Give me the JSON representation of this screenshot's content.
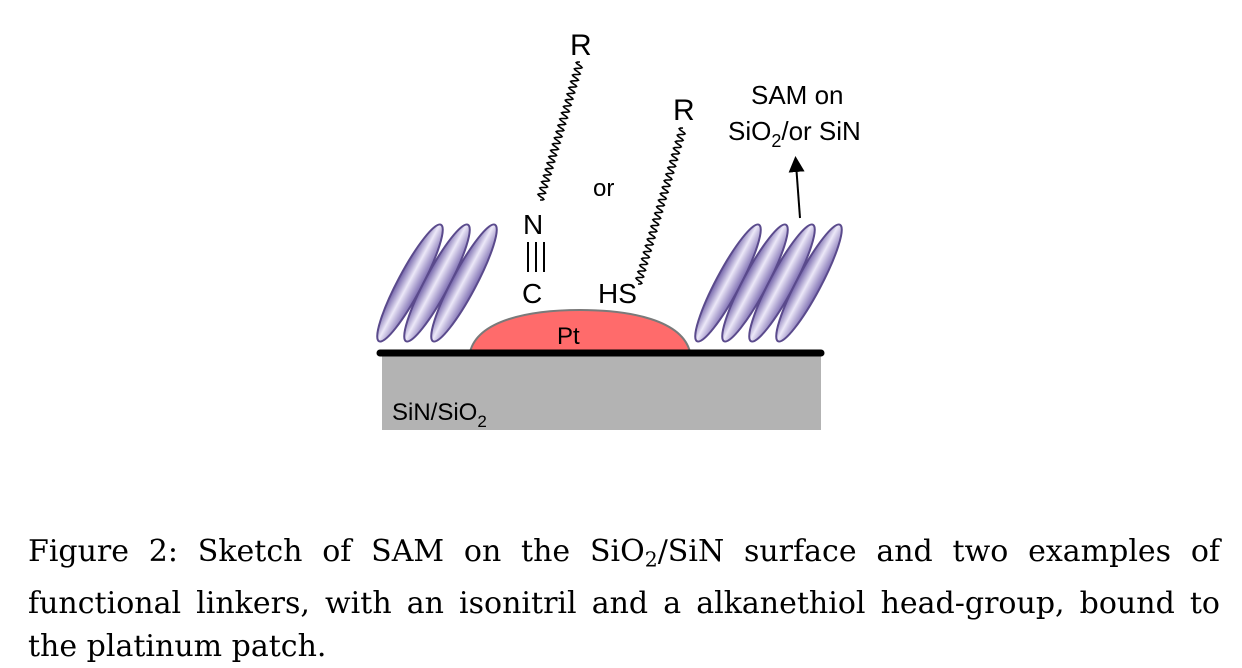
{
  "figure": {
    "labels": {
      "substrate": [
        "SiN/SiO",
        "2"
      ],
      "pt": "Pt",
      "isonitrile_r": "R",
      "isonitrile_n": "N",
      "isonitrile_c": "C",
      "or": "or",
      "thiol_r": "R",
      "thiol_hs": "HS",
      "sam_line1": "SAM on",
      "sam_line2": [
        "SiO",
        "2",
        "/or SiN"
      ]
    },
    "colors": {
      "substrate": "#b3b3b3",
      "platinum": "#ff6b6b",
      "molecule_fill": "#b8a9dc",
      "molecule_stroke": "#5a4a8c",
      "surface_line": "#000000"
    }
  },
  "caption": {
    "label": "Figure 2:",
    "text_before_sub": "Sketch of SAM on the SiO",
    "sub": "2",
    "text_after_sub": "/SiN surface and two examples of functional linkers, with an isonitril and a alkanethiol head-group, bound to the platinum patch."
  }
}
